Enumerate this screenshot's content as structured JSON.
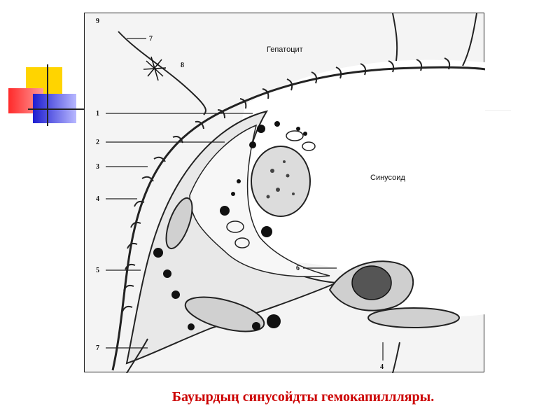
{
  "caption": "Бауырдың синусойдты гемокапиллляры.",
  "figure": {
    "labels": {
      "hepatocyte": "Гепатоцит",
      "sinusoid": "Синусоид"
    },
    "numbers": [
      "1",
      "2",
      "3",
      "4",
      "5",
      "7",
      "9",
      "7",
      "8",
      "6",
      "4"
    ]
  },
  "colors": {
    "caption": "#cc0000",
    "deco_yellow": "#ffd400",
    "deco_red": "#ff3b30",
    "deco_blue": "#2b2bd6"
  }
}
